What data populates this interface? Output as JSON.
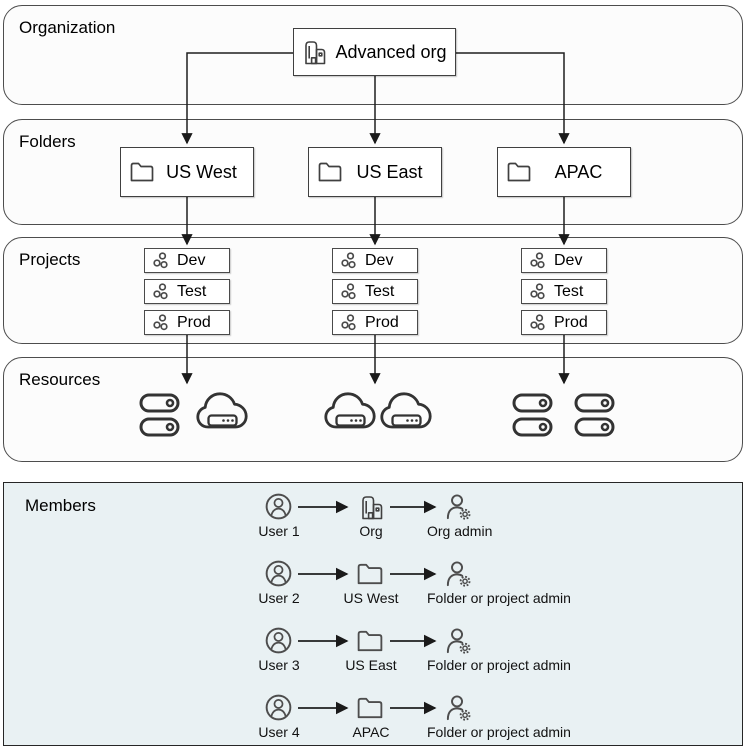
{
  "colors": {
    "section_fill": "#fcfcfc",
    "section_border": "#4d4d4d",
    "box_fill": "#ffffff",
    "box_border": "#404040",
    "members_fill": "#e9f1f3",
    "members_border": "#262626",
    "connector_line": "#1f1f1f",
    "icon_stroke": "#404040",
    "text": "#000000"
  },
  "sections": {
    "organization": {
      "label": "Organization"
    },
    "folders": {
      "label": "Folders"
    },
    "projects": {
      "label": "Projects"
    },
    "resources": {
      "label": "Resources"
    },
    "members": {
      "label": "Members"
    }
  },
  "org_node": {
    "label": "Advanced org",
    "icon": "building-icon"
  },
  "folders": [
    {
      "label": "US West",
      "icon": "folder-icon"
    },
    {
      "label": "US East",
      "icon": "folder-icon"
    },
    {
      "label": "APAC",
      "icon": "folder-icon"
    }
  ],
  "projects": {
    "columns": [
      {
        "items": [
          "Dev",
          "Test",
          "Prod"
        ]
      },
      {
        "items": [
          "Dev",
          "Test",
          "Prod"
        ]
      },
      {
        "items": [
          "Dev",
          "Test",
          "Prod"
        ]
      }
    ]
  },
  "resources": {
    "groups": [
      {
        "icons": [
          "server-icon",
          "server-icon",
          "cloud-server-icon"
        ]
      },
      {
        "icons": [
          "cloud-server-icon",
          "cloud-server-icon"
        ]
      },
      {
        "icons": [
          "server-icon",
          "server-icon",
          "server-icon",
          "server-icon"
        ]
      }
    ]
  },
  "members": {
    "rows": [
      {
        "user": "User 1",
        "user_icon": "user-icon",
        "target": "Org",
        "target_icon": "building-icon",
        "role": "Org admin",
        "role_icon": "admin-gear-icon"
      },
      {
        "user": "User 2",
        "user_icon": "user-icon",
        "target": "US West",
        "target_icon": "folder-icon",
        "role": "Folder or project admin",
        "role_icon": "admin-gear-icon"
      },
      {
        "user": "User 3",
        "user_icon": "user-icon",
        "target": "US East",
        "target_icon": "folder-icon",
        "role": "Folder or project admin",
        "role_icon": "admin-gear-icon"
      },
      {
        "user": "User 4",
        "user_icon": "user-icon",
        "target": "APAC",
        "target_icon": "folder-icon",
        "role": "Folder or project admin",
        "role_icon": "admin-gear-icon"
      }
    ]
  }
}
